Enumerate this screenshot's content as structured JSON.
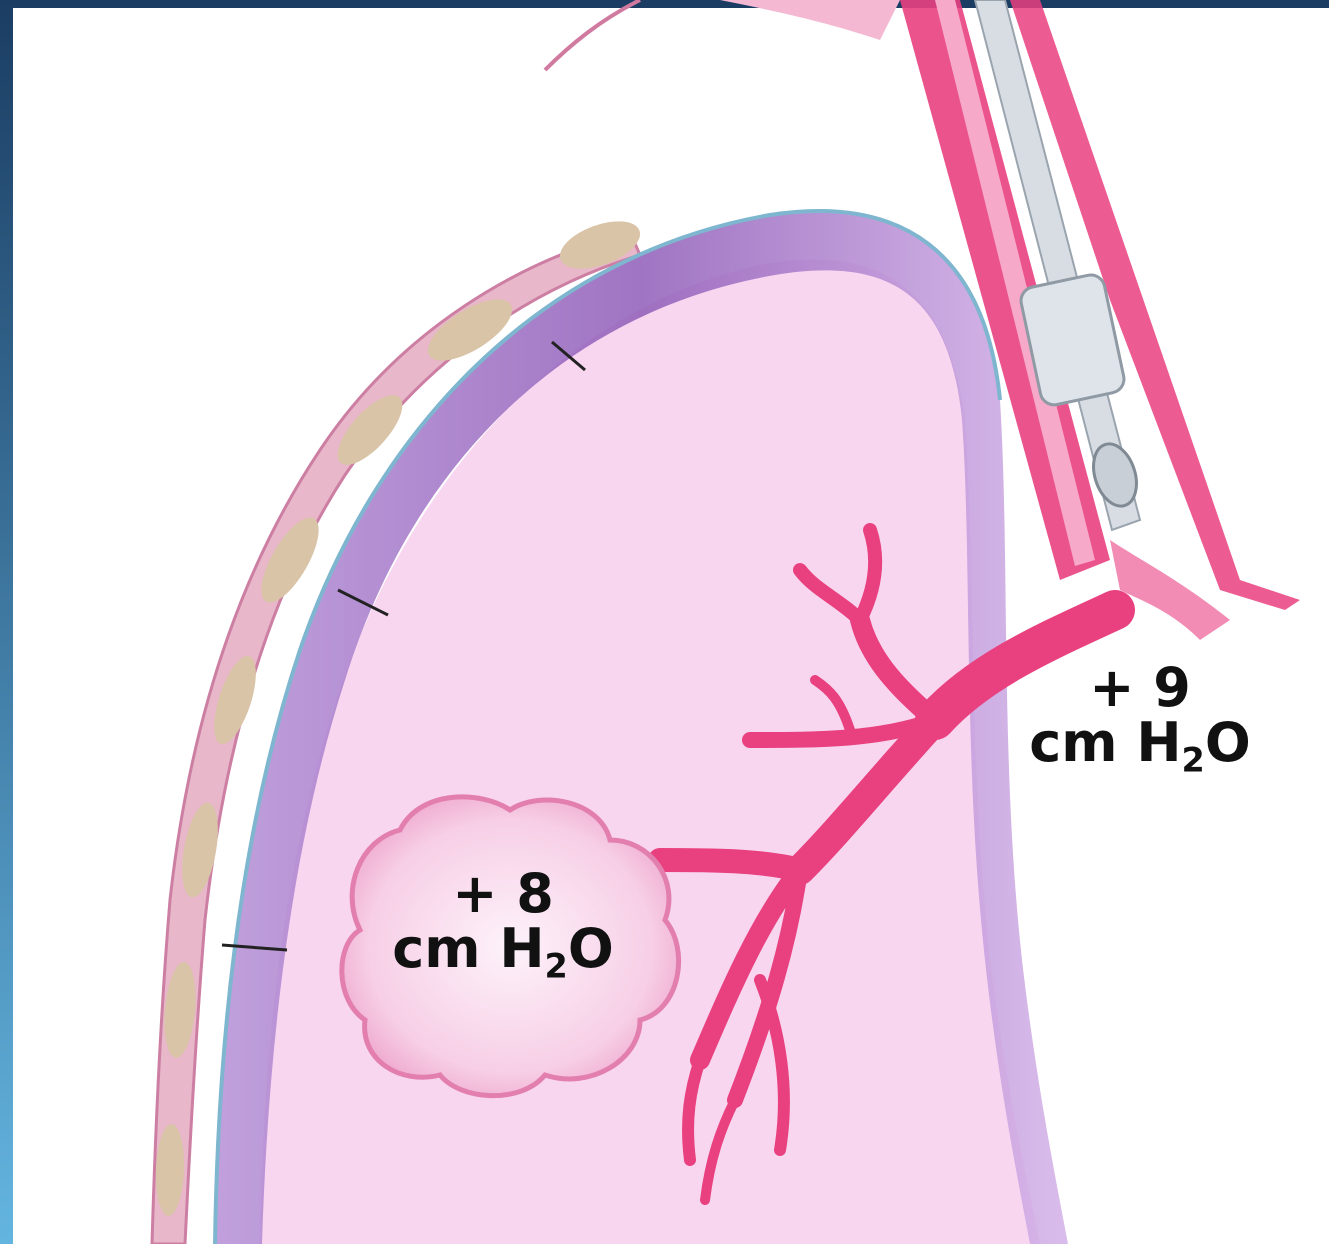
{
  "labels": {
    "alveolus": {
      "value": "+ 8",
      "unit_prefix": "cm H",
      "unit_sub": "2",
      "unit_suffix": "O"
    },
    "airway": {
      "value": "+ 9",
      "unit_prefix": "cm H",
      "unit_sub": "2",
      "unit_suffix": "O"
    }
  },
  "colors": {
    "frame_top": "#1b3d63",
    "frame_bottom": "#63b5e0",
    "lung_fill": "#f8d6ef",
    "pleura_outer": "#a779c7",
    "pleura_inner": "#cfa8e2",
    "airway_pink": "#e9407f",
    "chest_wall_tan": "#d9c4a8",
    "chest_wall_pink": "#e88ab0",
    "tube_grey": "#d8dde3"
  }
}
